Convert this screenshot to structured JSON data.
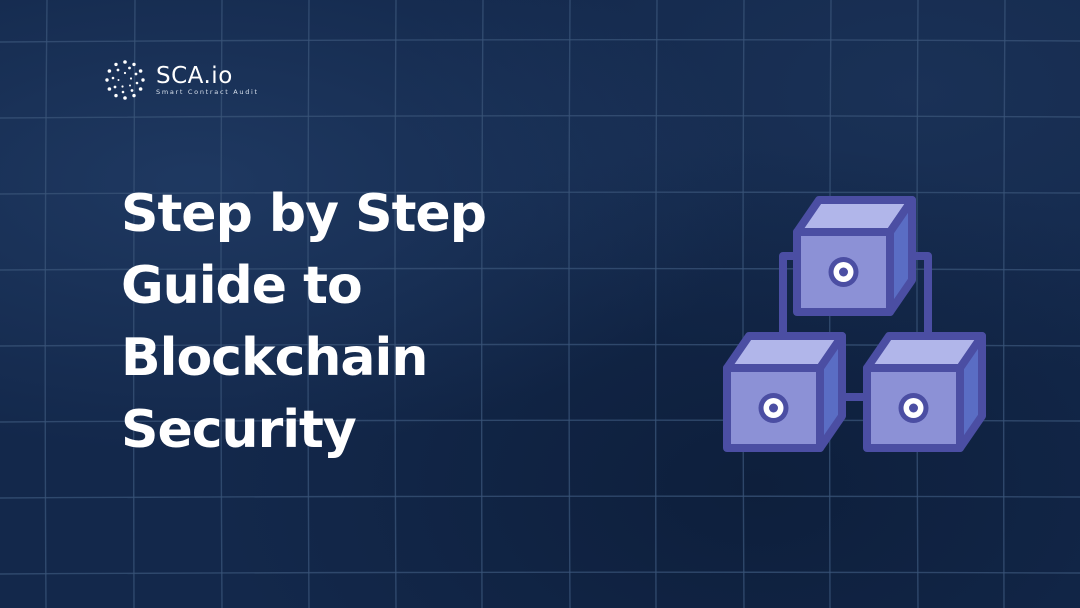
{
  "logo": {
    "name": "SCA.io",
    "tagline": "Smart Contract Audit"
  },
  "headline": {
    "lines": [
      "Step by Step",
      "Guide to",
      "Blockchain",
      "Security"
    ]
  },
  "illustration": {
    "icon": "blockchain-cubes-icon"
  },
  "colors": {
    "background": "#13284b",
    "grid": "#3a5478",
    "headline": "#ffffff",
    "cube_front": "#8c91d6",
    "cube_top": "#b1b6ea",
    "cube_side": "#5a6dc4",
    "cube_outline": "#4b4ea3"
  }
}
